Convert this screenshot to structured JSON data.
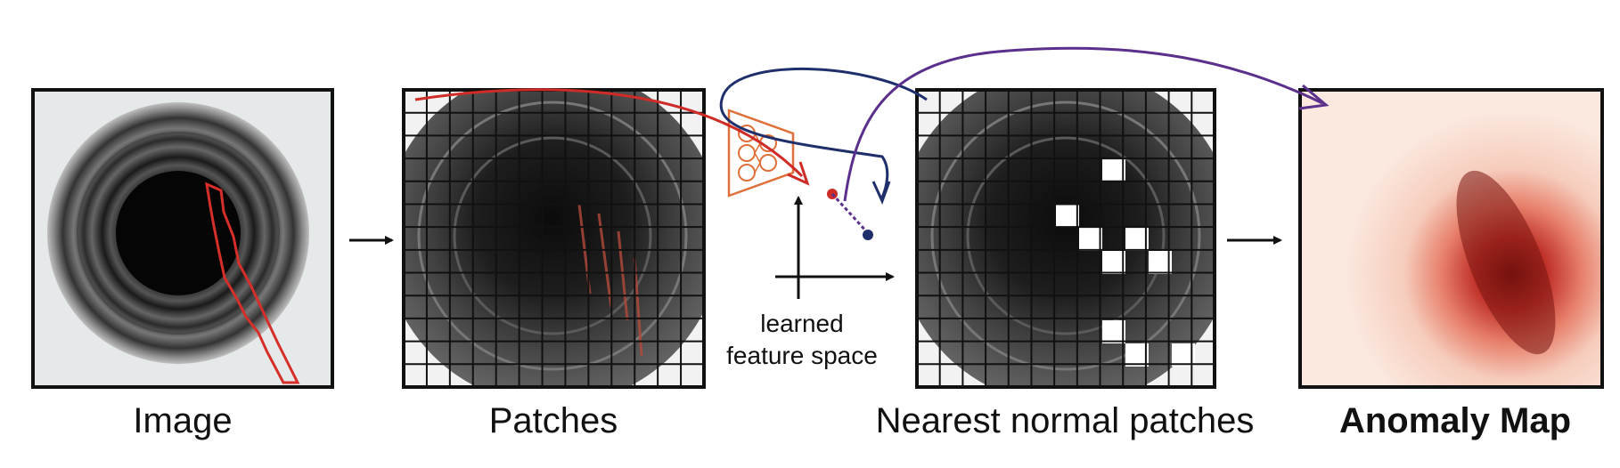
{
  "panels": {
    "image_caption": "Image",
    "patches_caption": "Patches",
    "nearest_caption": "Nearest normal patches",
    "anomaly_caption": "Anomaly Map"
  },
  "feature_space": {
    "line1": "learned",
    "line2": "feature space"
  },
  "colors": {
    "anomaly_red": "#d62f2a",
    "query_red": "#cf2b27",
    "neighbor_navy": "#1f2f6b",
    "map_purple": "#5b2f8c",
    "network_orange": "#e0703a"
  },
  "icons": [
    "neural-network-icon",
    "arrow-right-icon"
  ]
}
